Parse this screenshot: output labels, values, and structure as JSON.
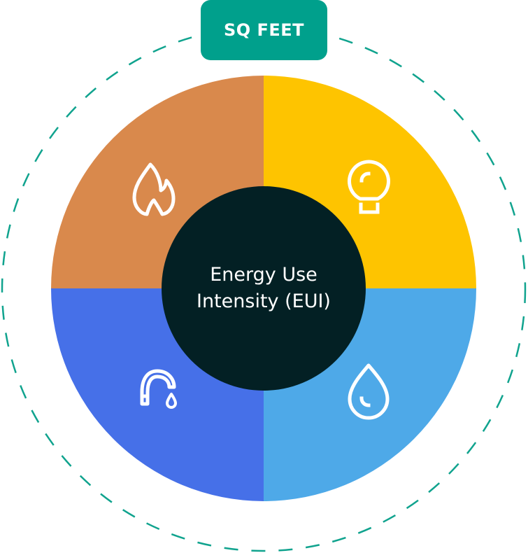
{
  "badge": {
    "label": "SQ FEET",
    "color": "#00A08C"
  },
  "center": {
    "line1": "Energy Use",
    "line2": "Intensity (EUI)",
    "color": "#032024"
  },
  "outer_ring": {
    "style": "dashed",
    "color": "#10A38E"
  },
  "quadrants": [
    {
      "position": "top-left",
      "icon": "flame-icon",
      "meaning": "gas",
      "color": "#D9894C"
    },
    {
      "position": "top-right",
      "icon": "lightbulb-icon",
      "meaning": "electricity",
      "color": "#FEC400"
    },
    {
      "position": "bottom-left",
      "icon": "faucet-icon",
      "meaning": "water",
      "color": "#4670E8"
    },
    {
      "position": "bottom-right",
      "icon": "water-drop-icon",
      "meaning": "water",
      "color": "#4EA9E8"
    }
  ]
}
